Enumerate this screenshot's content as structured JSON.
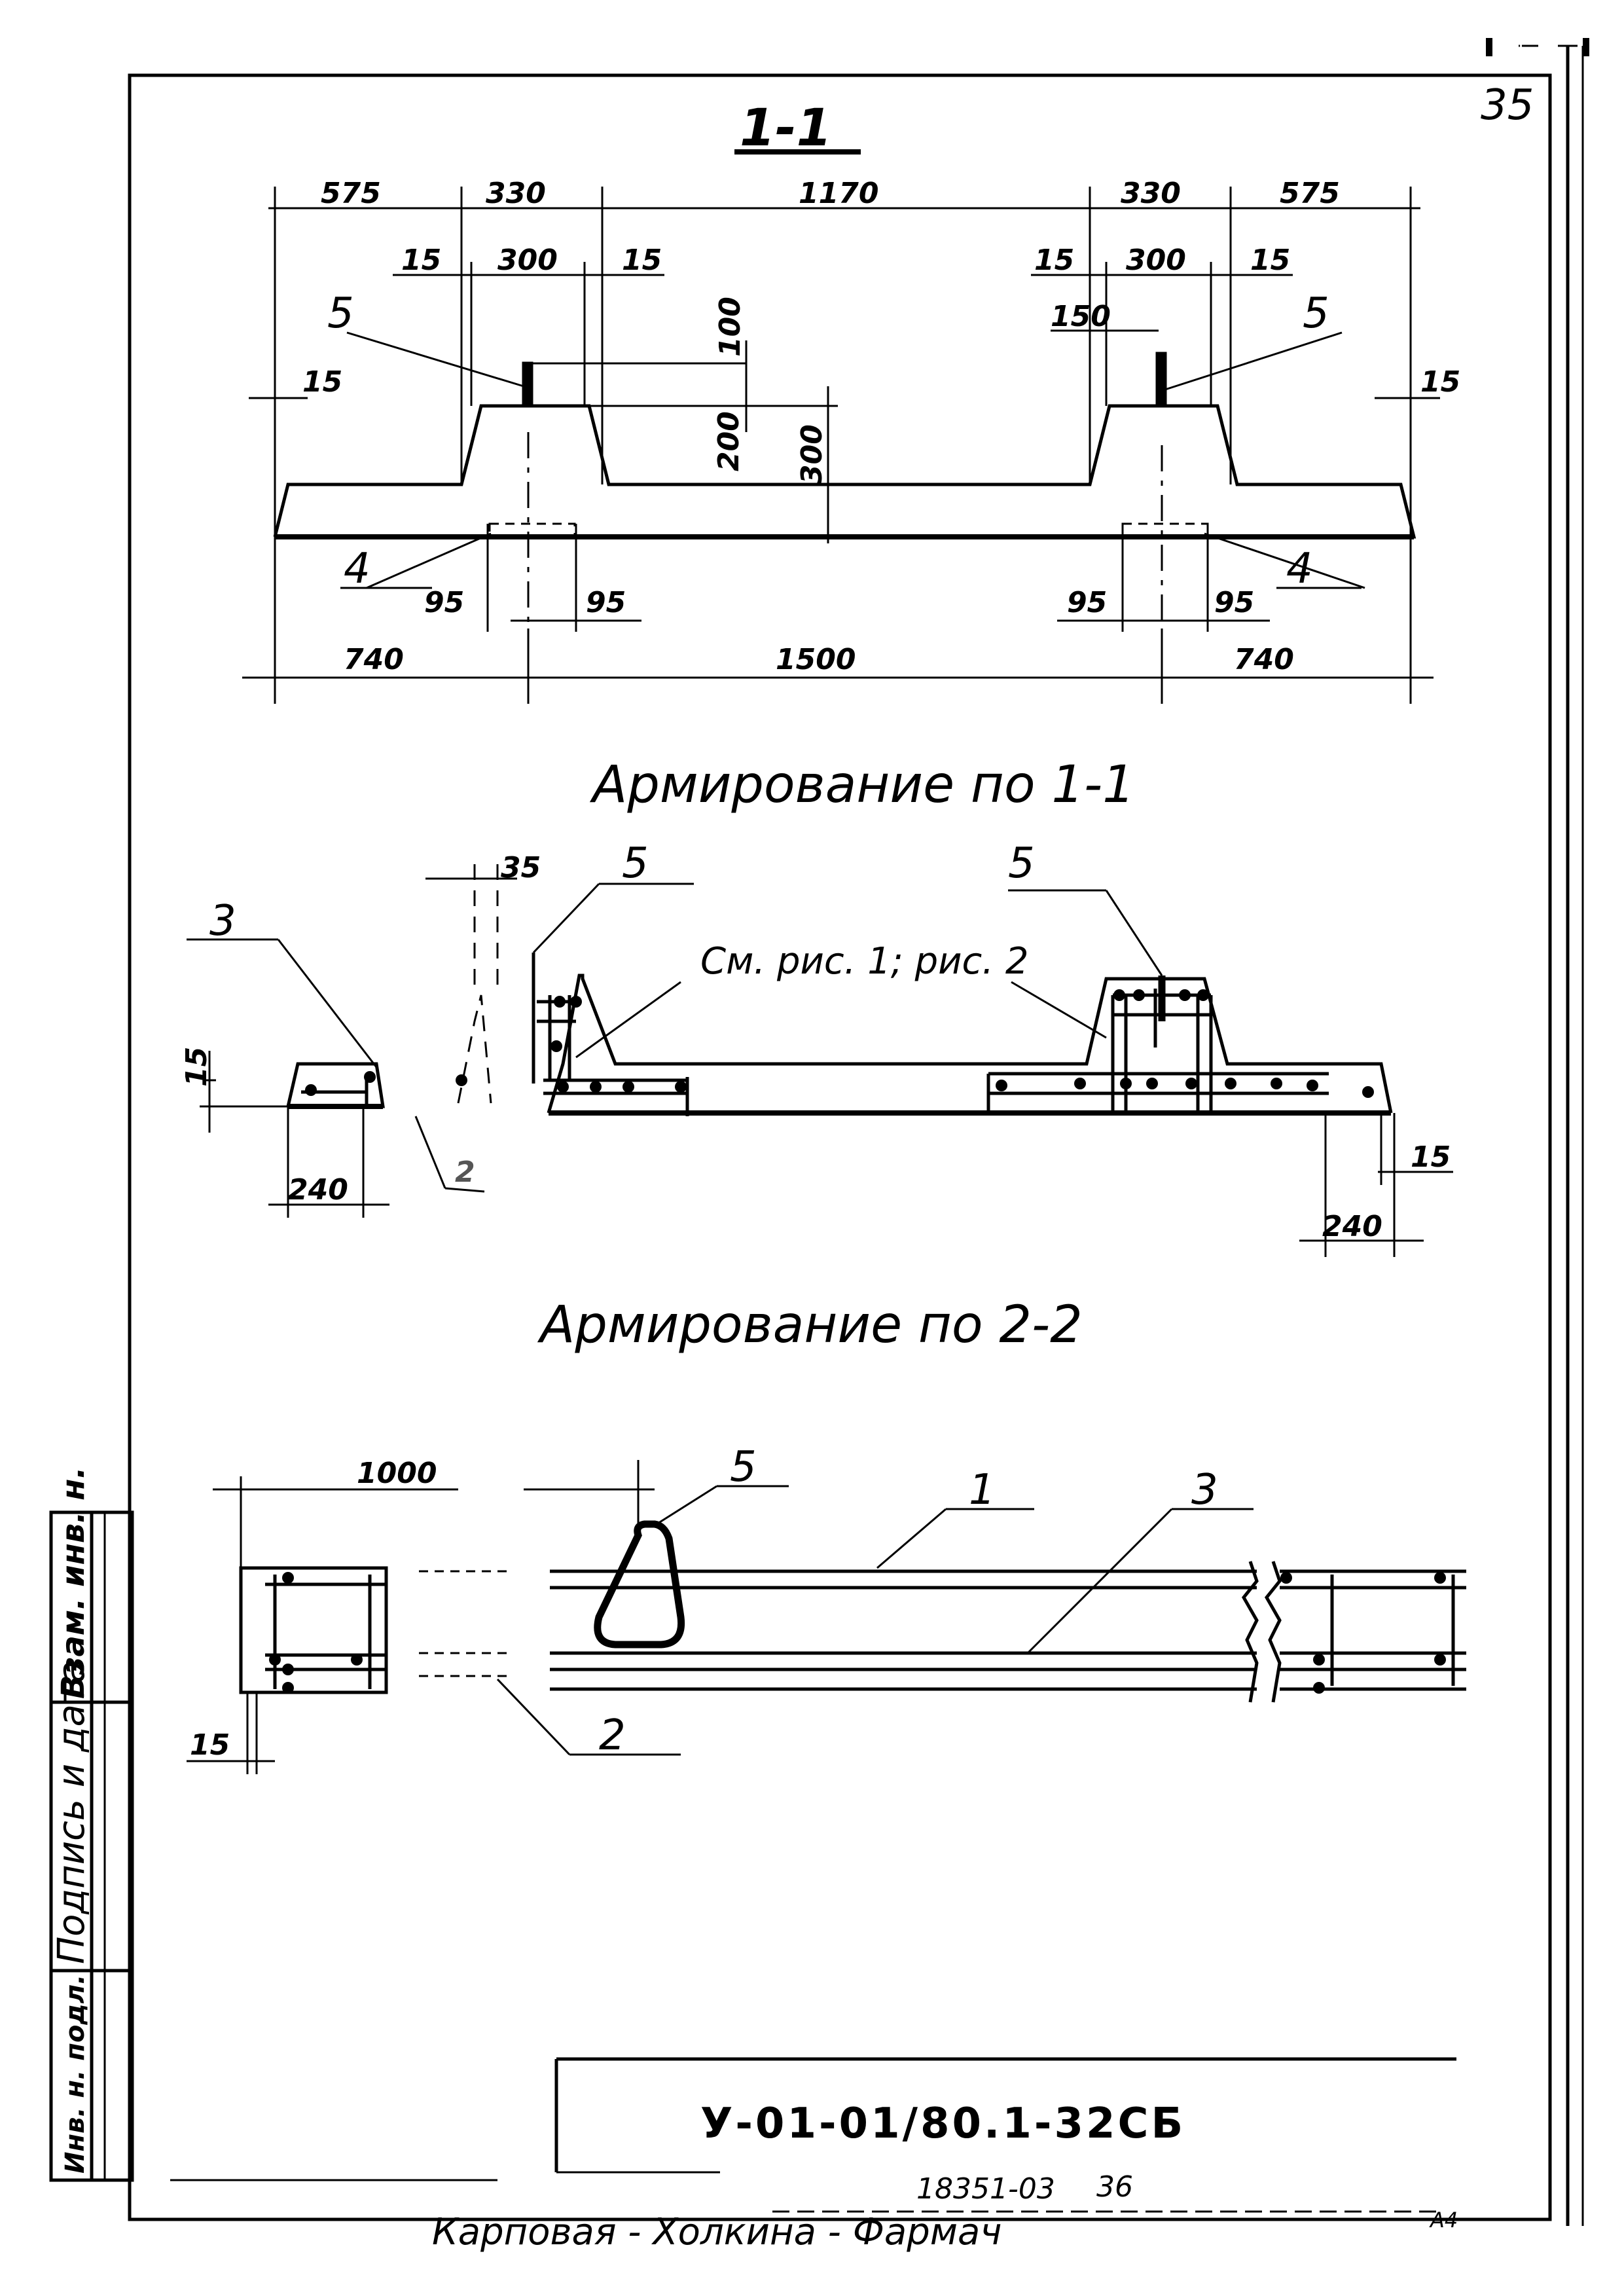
{
  "sheet": {
    "page_number": "35",
    "stamp_marks": [
      "'--'"
    ],
    "drawing_code": "У-01-01/80.1-32СБ",
    "inventory_number": "18351-03",
    "sheet_extra": "36",
    "signatures": "Карповая - Холкина - Фармач",
    "format": "А4"
  },
  "side_stamp": {
    "inv_podl": "Инв. н. подл.",
    "podpis_data": "Подпись и дата",
    "vzam_inv": "Взам. инв. н."
  },
  "section_1_1": {
    "title": "1-1",
    "dims_top": [
      "575",
      "330",
      "1170",
      "330",
      "575"
    ],
    "dims_inner_left": [
      "15",
      "300",
      "15"
    ],
    "dims_inner_right": [
      "15",
      "300",
      "15"
    ],
    "dim_150": "150",
    "dim_15_left": "15",
    "dim_15_right": "15",
    "dim_100": "100",
    "dim_200": "200",
    "dim_300": "300",
    "dims_bottom": [
      "740",
      "1500",
      "740"
    ],
    "dims_95": [
      "95",
      "95",
      "95",
      "95"
    ],
    "pos_labels": [
      "5",
      "5",
      "4",
      "4"
    ]
  },
  "reinforcement_1_1": {
    "title": "Армирование по 1-1",
    "note": "См. рис. 1; рис. 2",
    "dim_35": "35",
    "dim_15_left": "15",
    "dim_15_right": "15",
    "dim_240_left": "240",
    "dim_240_right": "240",
    "pos_labels": [
      "3",
      "5",
      "5",
      "2"
    ]
  },
  "reinforcement_2_2": {
    "title": "Армирование по 2-2",
    "dim_1000": "1000",
    "dim_15": "15",
    "pos_labels": [
      "5",
      "1",
      "3",
      "2"
    ]
  }
}
